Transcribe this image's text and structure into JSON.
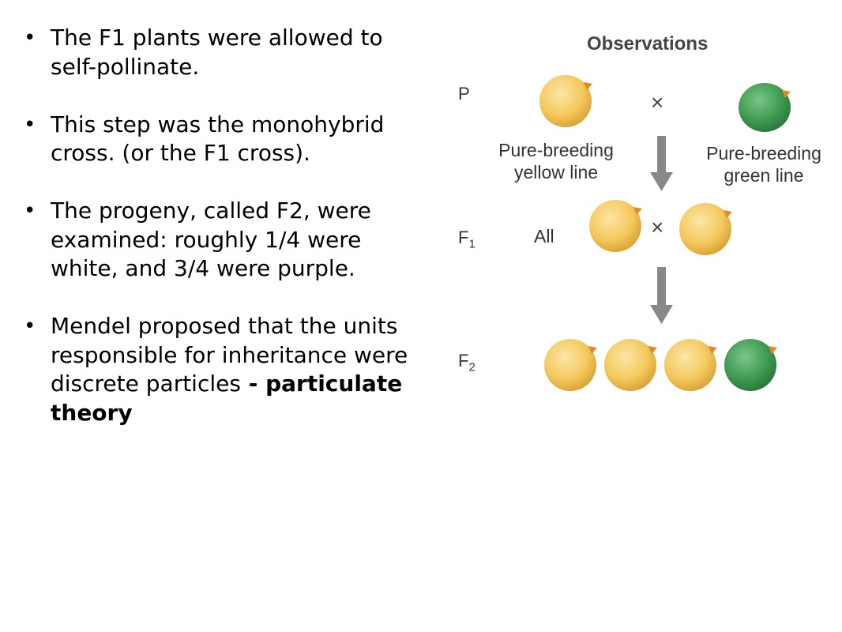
{
  "bullets": [
    {
      "text": "The F1 plants were allowed to self-pollinate.",
      "bold": ""
    },
    {
      "text": "This step was the monohybrid cross. (or the F1 cross).",
      "bold": ""
    },
    {
      "text": "The progeny, called F2, were examined: roughly 1/4 were white, and 3/4 were purple.",
      "bold": ""
    },
    {
      "text": "Mendel proposed that the units responsible for inheritance were discrete particles",
      "bold": " - particulate theory"
    }
  ],
  "diagram": {
    "title": "Observations",
    "gen_p": "P",
    "gen_f1": "F",
    "gen_f1_sub": "1",
    "gen_f2": "F",
    "gen_f2_sub": "2",
    "cross_symbol": "×",
    "yellow_caption_line1": "Pure-breeding",
    "yellow_caption_line2": "yellow line",
    "green_caption_line1": "Pure-breeding",
    "green_caption_line2": "green line",
    "f1_label": "All",
    "colors": {
      "yellow": "#f4c95d",
      "green": "#3f9a52",
      "arrow": "#888888",
      "stem": "#e08a2a"
    }
  }
}
